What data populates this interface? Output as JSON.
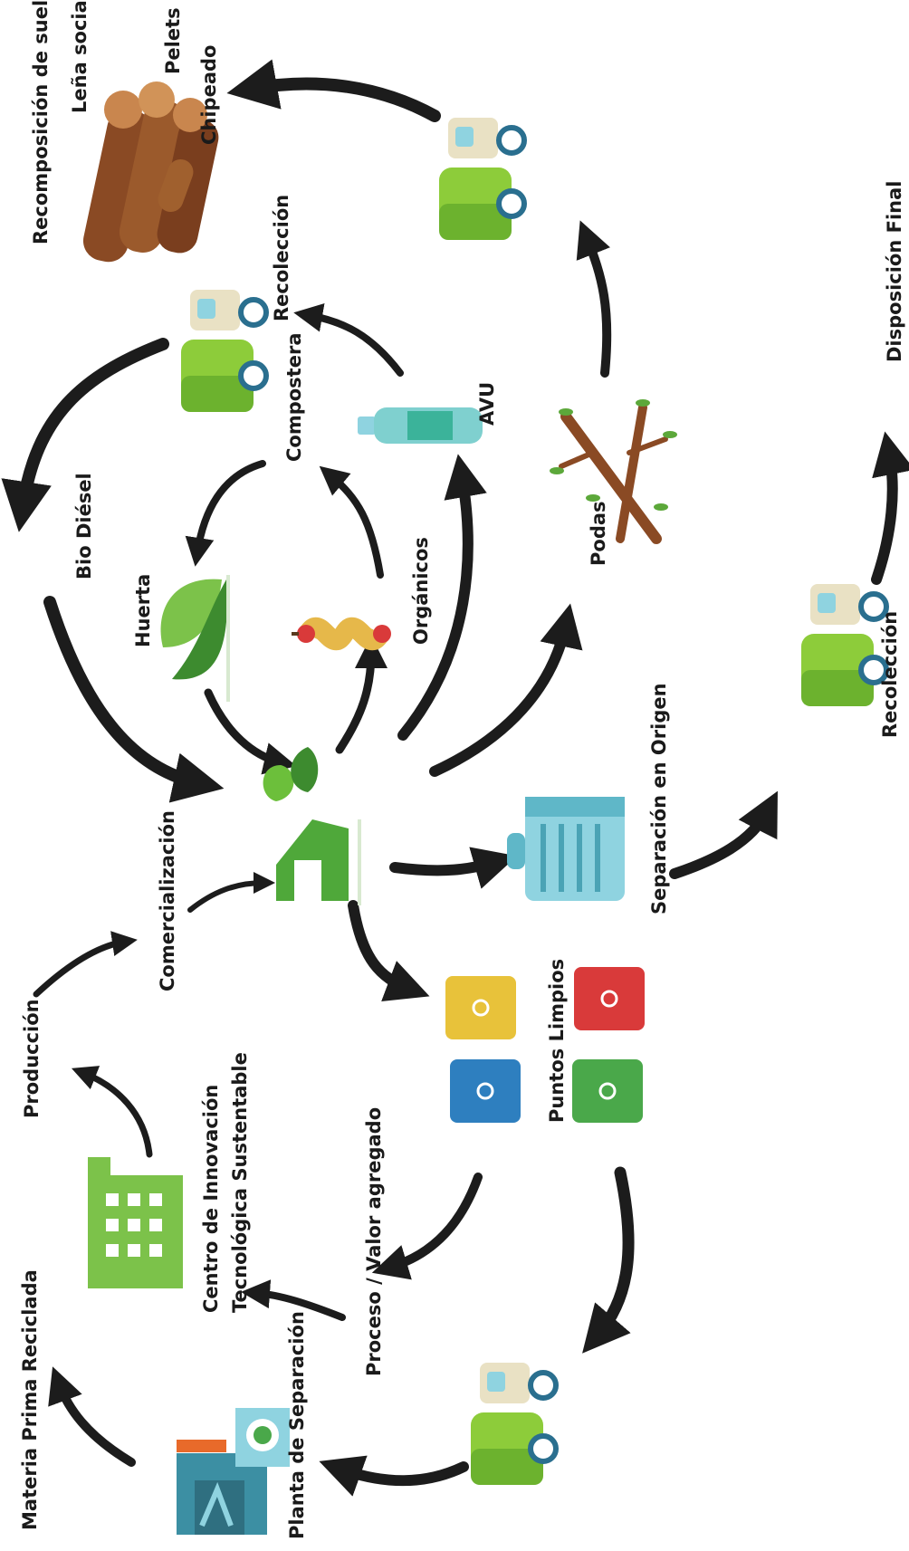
{
  "labels": {
    "recomposicion": "Recomposición de suelos",
    "lena_social": "Leña social",
    "pelets": "Pelets",
    "chipeado": "Chipeado",
    "recoleccion_top": "Recolección",
    "compostera": "Compostera",
    "avu": "AVU",
    "podas": "Podas",
    "disposicion_final": "Disposición Final",
    "bio_diesel": "Bio Diésel",
    "huerta": "Huerta",
    "organicos": "Orgánicos",
    "recoleccion_bottom": "Recolección",
    "separacion_origen": "Separación en Origen",
    "comercializacion": "Comercialización",
    "produccion": "Producción",
    "puntos_limpios": "Puntos Limpios",
    "centro_innovacion_1": "Centro de Innovación",
    "centro_innovacion_2": "Tecnológica Sustentable",
    "proceso_valor": "Proceso / Valor agregado",
    "materia_prima": "Materia Prima Reciclada",
    "planta_separacion": "Planta de Separación"
  },
  "icons": {
    "truck": "garbage-truck-icon",
    "logs": "firewood-logs-icon",
    "bottle": "plastic-bottle-icon",
    "branches": "tree-branches-icon",
    "sprout": "sprout-icon",
    "apple_core": "apple-core-icon",
    "eco_house": "eco-house-icon",
    "trash_can": "trash-can-icon",
    "recycling_bins": "recycling-bins-icon",
    "factory": "factory-icon",
    "recycling_plant": "recycling-plant-icon"
  },
  "colors": {
    "arrow": "#1c1c1c",
    "green": "#6cbf3b",
    "dark_green": "#3d8b2f",
    "wood": "#8a4a24",
    "bin_yellow": "#e8c23a",
    "bin_red": "#d93a3a",
    "bin_blue": "#2e7fbf",
    "bin_green": "#4aa84a",
    "cyan": "#8fd3e0"
  }
}
